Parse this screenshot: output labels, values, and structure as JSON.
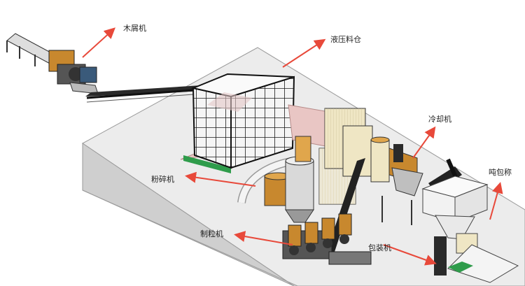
{
  "labels": {
    "wood_chipper": "木屑机",
    "hydraulic_silo": "液压料仓",
    "cooler": "冷却机",
    "crusher": "粉碎机",
    "ton_bag_scale": "吨包称",
    "pellet_mill": "制粒机",
    "packing_machine": "包装机"
  },
  "colors": {
    "arrow": "#e8493a",
    "floor_top": "#e9e9e9",
    "floor_side": "#c8c8c8",
    "frame": "#1a1a1a",
    "machine_orange": "#c8882e",
    "panel_cream": "#efe6c4",
    "pink_floor": "#e9c6c4",
    "green_pallet": "#2f9c4b"
  }
}
